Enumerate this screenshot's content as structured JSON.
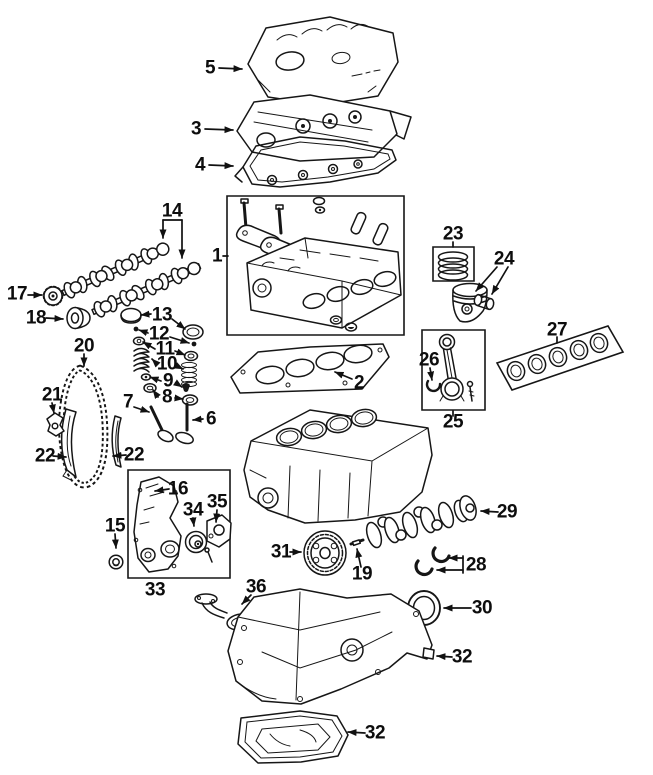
{
  "diagram": {
    "colors": {
      "line": "#161616",
      "background": "#ffffff"
    },
    "callouts": [
      {
        "label": "5"
      },
      {
        "label": "3"
      },
      {
        "label": "4"
      },
      {
        "label": "1"
      },
      {
        "label": "14"
      },
      {
        "label": "17"
      },
      {
        "label": "18"
      },
      {
        "label": "13"
      },
      {
        "label": "12"
      },
      {
        "label": "11"
      },
      {
        "label": "10"
      },
      {
        "label": "9"
      },
      {
        "label": "8"
      },
      {
        "label": "7"
      },
      {
        "label": "6"
      },
      {
        "label": "20"
      },
      {
        "label": "21"
      },
      {
        "label": "22"
      },
      {
        "label": "22"
      },
      {
        "label": "16"
      },
      {
        "label": "34"
      },
      {
        "label": "35"
      },
      {
        "label": "15"
      },
      {
        "label": "33"
      },
      {
        "label": "36"
      },
      {
        "label": "2"
      },
      {
        "label": "23"
      },
      {
        "label": "24"
      },
      {
        "label": "26"
      },
      {
        "label": "25"
      },
      {
        "label": "27"
      },
      {
        "label": "29"
      },
      {
        "label": "31"
      },
      {
        "label": "19"
      },
      {
        "label": "28"
      },
      {
        "label": "30"
      },
      {
        "label": "32"
      },
      {
        "label": "32"
      }
    ]
  }
}
